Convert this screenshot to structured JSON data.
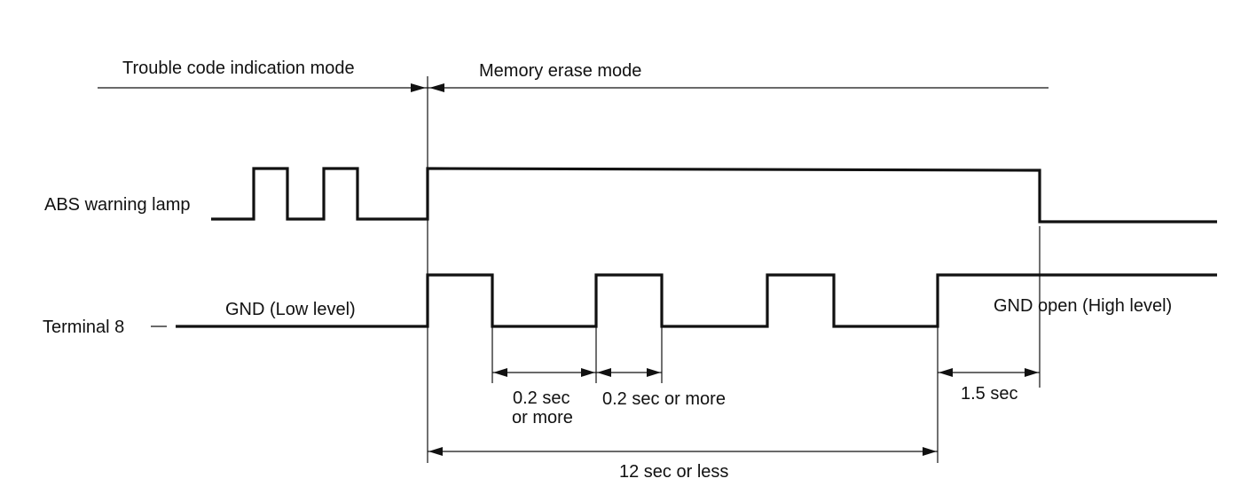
{
  "modes": {
    "trouble_code": "Trouble code indication mode",
    "memory_erase": "Memory erase mode"
  },
  "signals": {
    "abs_lamp": "ABS warning lamp",
    "terminal8": "Terminal 8",
    "gnd_low": "GND (Low level)",
    "gnd_open_high": "GND open (High level)"
  },
  "timings": {
    "first_low_line1": "0.2 sec",
    "first_low_line2": "or more",
    "high_pulse": "0.2 sec or more",
    "delay": "1.5 sec",
    "total": "12 sec or less"
  }
}
